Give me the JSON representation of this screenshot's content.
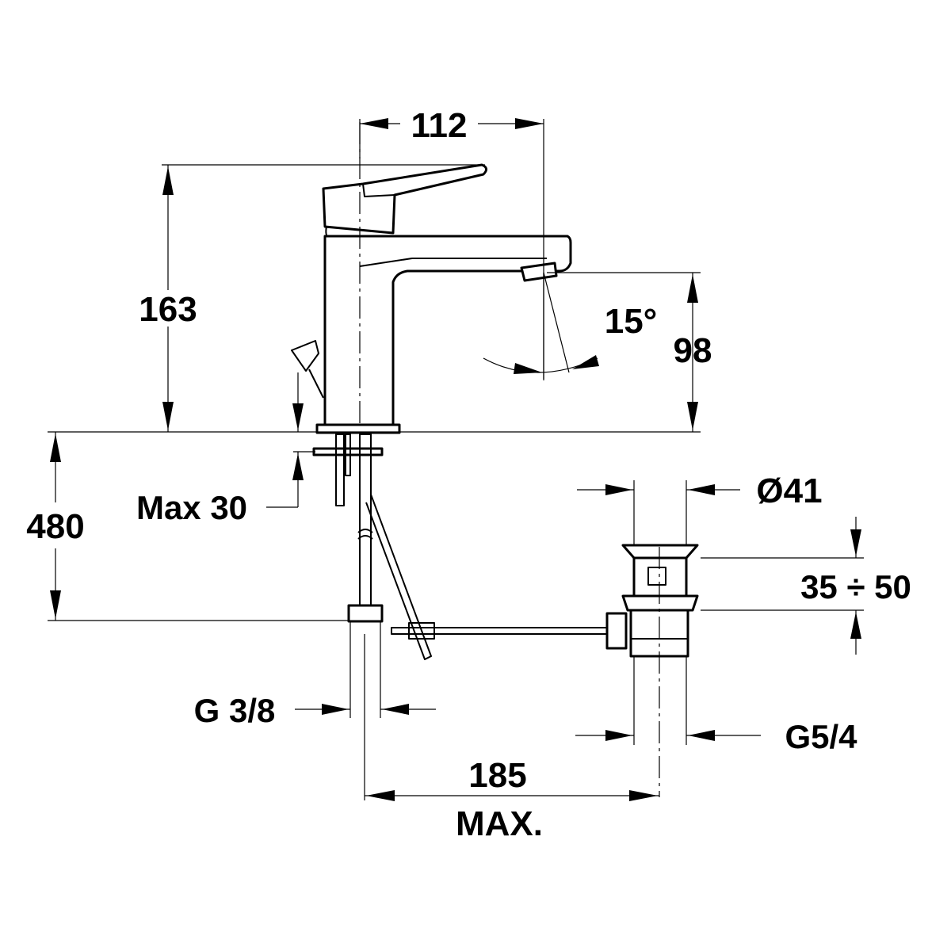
{
  "dimensions": {
    "spout_reach": "112",
    "total_height": "163",
    "spout_height": "98",
    "swivel_angle": "15°",
    "deck_thickness": "Max 30",
    "hose_length": "480",
    "waste_diameter": "Ø41",
    "waste_range": "35 ÷ 50",
    "hose_thread": "G 3/8",
    "waste_thread": "G5/4",
    "rod_distance": "185",
    "rod_distance_note": "MAX."
  }
}
